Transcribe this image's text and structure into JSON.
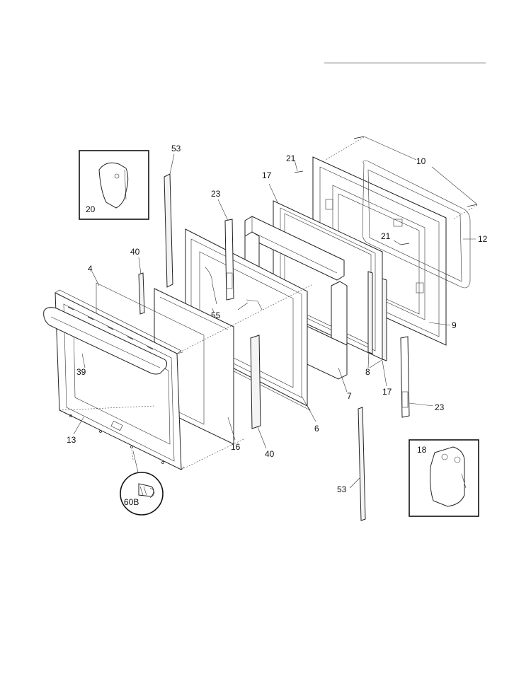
{
  "diagram": {
    "callouts": {
      "c53a": "53",
      "c20": "20",
      "c21a": "21",
      "c17a": "17",
      "c10": "10",
      "c23a": "23",
      "c12": "12",
      "c21b": "21",
      "c40a": "40",
      "c4": "4",
      "c55": "55",
      "c9": "9",
      "c39": "39",
      "c8": "8",
      "c7": "7",
      "c17b": "17",
      "c23b": "23",
      "c6": "6",
      "c13": "13",
      "c16": "16",
      "c40b": "40",
      "c18": "18",
      "c53b": "53",
      "c60b": "60B"
    }
  }
}
